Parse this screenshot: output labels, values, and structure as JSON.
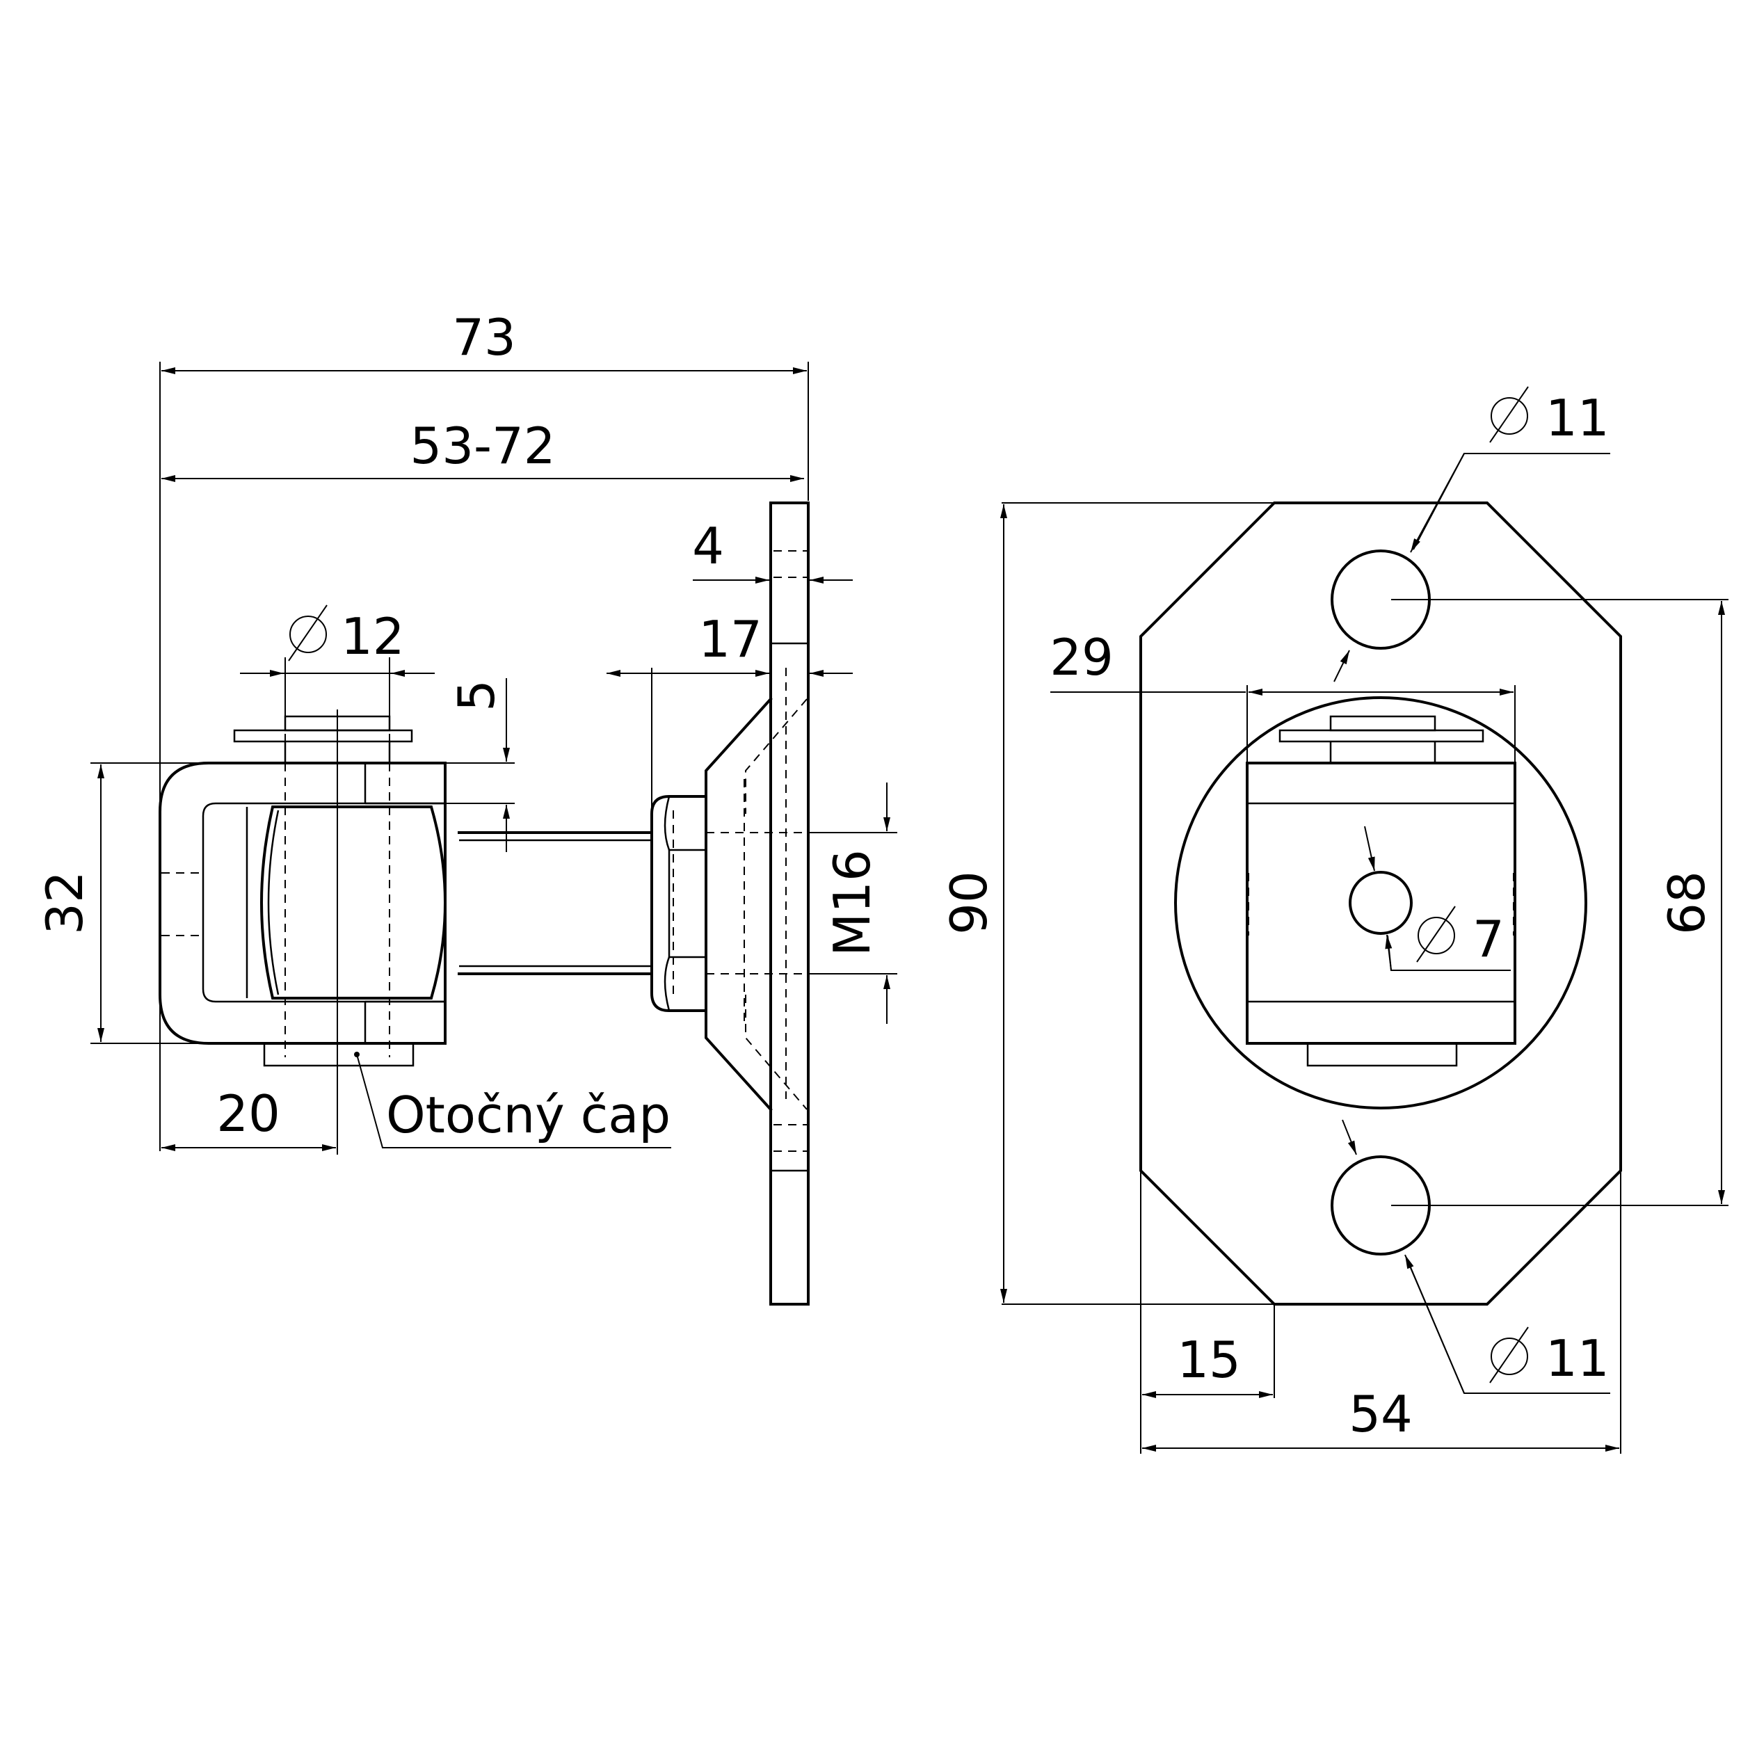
{
  "side_view": {
    "dim_total_length": "73",
    "dim_adjust_range": "53-72",
    "dim_plate_thickness": "4",
    "dim_flange": "17",
    "dim_pin_diameter": "12",
    "dim_washer": "5",
    "dim_eye_height": "32",
    "dim_thread": "M16",
    "dim_pin_offset": "20",
    "pivot_label": "Otočný čap"
  },
  "front_view": {
    "dim_hole_top": "11",
    "dim_hole_bottom": "11",
    "dim_eye_width": "29",
    "dim_center_hole": "7",
    "dim_plate_height": "90",
    "dim_hole_spacing": "68",
    "dim_chamfer": "15",
    "dim_plate_width": "54"
  }
}
